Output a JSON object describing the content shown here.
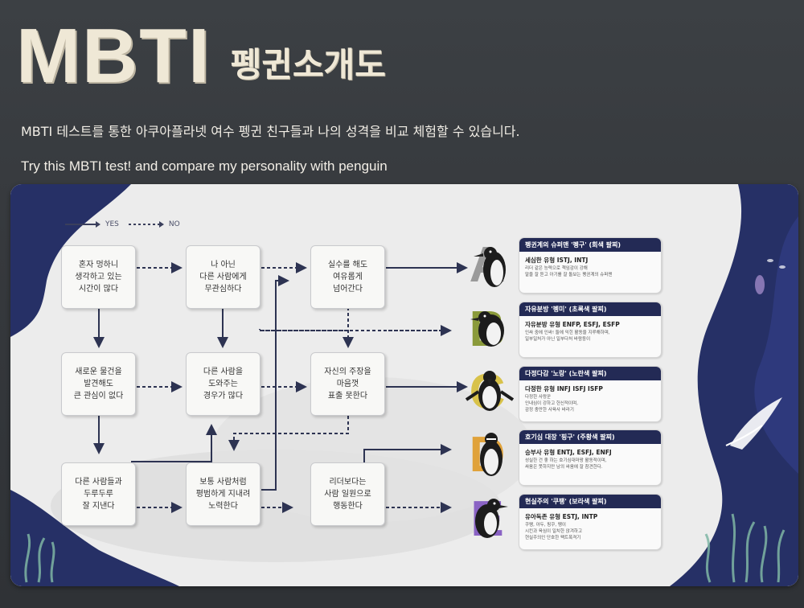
{
  "header": {
    "title": "MBTI",
    "subtitle": "펭귄소개도",
    "description_ko": "MBTI 테스트를 통한 아쿠아플라넷 여수 펭귄 친구들과 나의 성격을 비교 체험할 수 있습니다.",
    "description_en": "Try this MBTI test! and compare my personality with penguin"
  },
  "legend": {
    "yes": "YES",
    "no": "NO"
  },
  "flow": {
    "q1": "혼자 멍하니\n생각하고 있는\n시간이 많다",
    "q2": "나 아닌\n다른 사람에게\n무관심하다",
    "q3": "실수를 해도\n여유롭게\n넘어간다",
    "q4": "새로운 물건을\n발견해도\n큰 관심이 없다",
    "q5": "다른 사람을\n도와주는\n경우가 많다",
    "q6": "자신의 주장을\n마음껏\n표출 못한다",
    "q7": "다른 사람들과\n두루두루\n잘 지낸다",
    "q8": "보통 사람처럼\n평범하게 지내려\n노력한다",
    "q9": "리더보다는\n사람 일원으로\n행동한다"
  },
  "results": [
    {
      "letter": "A",
      "letter_color": "#9a9a9a",
      "header": "펭귄계의 슈퍼맨 '펭구' (회색 팔찌)",
      "type": "세심한 유형 ISTJ, INTJ",
      "desc": "리더 같은 능력으로 책임감이 강해\n말을 잘 듣고 아기를 잘 돌보는 펭귄계의 슈퍼맨"
    },
    {
      "letter": "B",
      "letter_color": "#8a9a3a",
      "header": "자유분방 '펭미' (초록색 팔찌)",
      "type": "자유분방 유형 ENFP, ESFJ, ESFP",
      "desc": "인싸 중에 인싸! 둘에 익힌 활동을 지루해하며,\n일부일처가 아닌 일부다처 바람둥이"
    },
    {
      "letter": "C",
      "letter_color": "#d8c24a",
      "header": "다정다감 '노랑' (노란색 팔찌)",
      "type": "다정한 유형 INFJ ISFJ ISFP",
      "desc": "다정한 사랑꾼\n인내심이 강하고 헌신적이며,\n감정 충만한 사육사 바라기"
    },
    {
      "letter": "D",
      "letter_color": "#e0a23a",
      "header": "호기심 대장 '핑구' (주황색 팔찌)",
      "type": "승부사 유형 ENTJ, ESFJ, ENFJ",
      "desc": "성실한 건 좋 하는 호기심대마왕 활동적이며,\n싸움은 못하지만 남의 싸움에 잘 참견한다."
    },
    {
      "letter": "E",
      "letter_color": "#8a63c4",
      "header": "현실주의 '쿠팽' (보라색 팔찌)",
      "type": "유아독존 유형 ESTJ, INTP",
      "desc": "쿠팽, 아두, 핑쿠, 펭이\n시킨과 육심이 일치한 앉겨하고\n현실주의인 단호한 팩트폭격기"
    }
  ],
  "colors": {
    "navy": "#232a55",
    "board": "#ececec",
    "background": "#36393d"
  }
}
